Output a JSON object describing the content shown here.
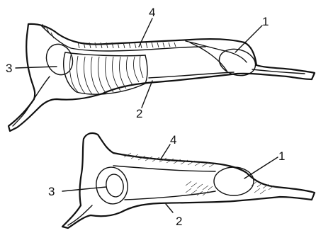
{
  "top_diagram": {
    "labels": {
      "l1": "1",
      "l2": "2",
      "l3": "3",
      "l4": "4"
    }
  },
  "bottom_diagram": {
    "labels": {
      "l1": "1",
      "l2": "2",
      "l3": "3",
      "l4": "4"
    }
  }
}
